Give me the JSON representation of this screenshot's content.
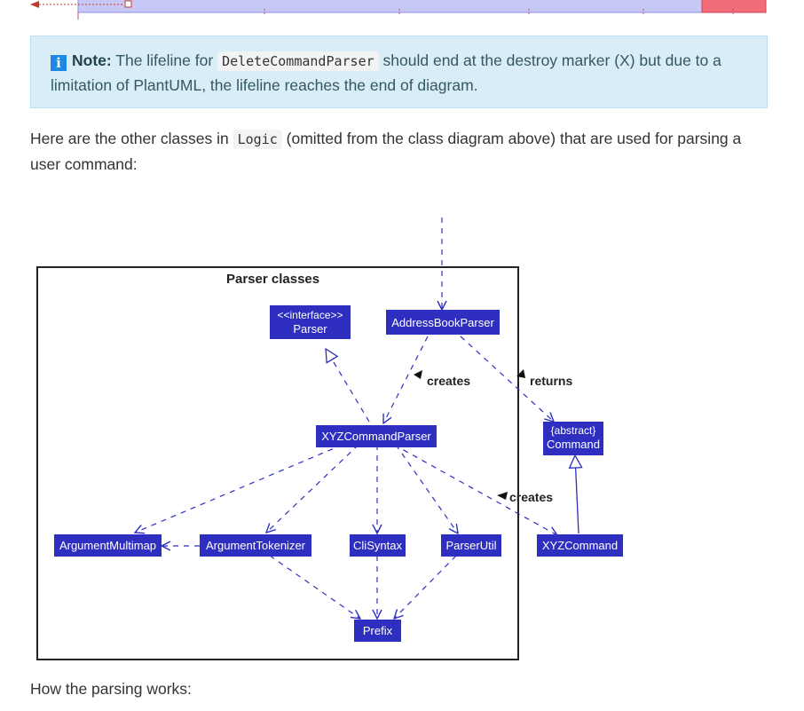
{
  "callout": {
    "icon": "info-icon",
    "label": "Note:",
    "text_before": "The lifeline for",
    "code": "DeleteCommandParser",
    "text_after": "should end at the destroy marker (X) but due to a limitation of PlantUML, the lifeline reaches the end of diagram."
  },
  "paragraph": {
    "text_before": "Here are the other classes in",
    "code": "Logic",
    "text_after": "(omitted from the class diagram above) that are used for parsing a user command:"
  },
  "diagram": {
    "package_title": "Parser classes",
    "nodes": {
      "parser_interface_stereotype": "<<interface>>",
      "parser_interface_name": "Parser",
      "address_book_parser": "AddressBookParser",
      "xyz_command_parser": "XYZCommandParser",
      "abstract_command_stereotype": "{abstract}",
      "abstract_command_name": "Command",
      "argument_multimap": "ArgumentMultimap",
      "argument_tokenizer": "ArgumentTokenizer",
      "cli_syntax": "CliSyntax",
      "parser_util": "ParserUtil",
      "xyz_command": "XYZCommand",
      "prefix": "Prefix"
    },
    "edge_labels": {
      "creates_1": "creates",
      "returns": "returns",
      "creates_2": "creates"
    },
    "colors": {
      "node_fill": "#2e2fc0",
      "node_text": "#ffffff",
      "edge": "#2e2fc0"
    }
  },
  "footer": {
    "text": "How the parsing works:"
  }
}
